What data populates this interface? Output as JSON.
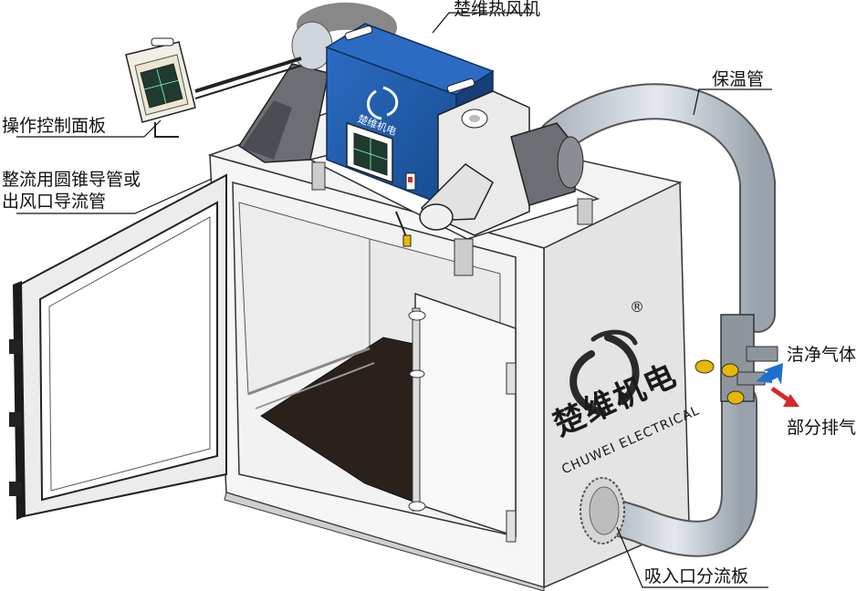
{
  "labels": {
    "heater": "楚维热风机",
    "control_panel": "操作控制面板",
    "nozzle_line1": "整流用圆锥导管或",
    "nozzle_line2": "出风口导流管",
    "insulated_pipe": "保温管",
    "clean_gas": "洁净气体",
    "partial_exhaust": "部分排气",
    "intake_plate": "吸入口分流板"
  },
  "branding": {
    "cn_name": "楚维机电",
    "en_name": "CHUWEI ELECTRICAL",
    "registered": "®",
    "heater_badge": "楚维机电"
  },
  "colors": {
    "heater_body": "#1f5aa6",
    "heater_dark": "#163f78",
    "cabinet_face": "#f4f4f4",
    "cabinet_side": "#e6e6e6",
    "pipe": "#cfd6de",
    "dark_floor": "#2a211d",
    "arrow_in": "#1f6fd1",
    "arrow_out": "#d62828",
    "valve": "#e8b800"
  }
}
